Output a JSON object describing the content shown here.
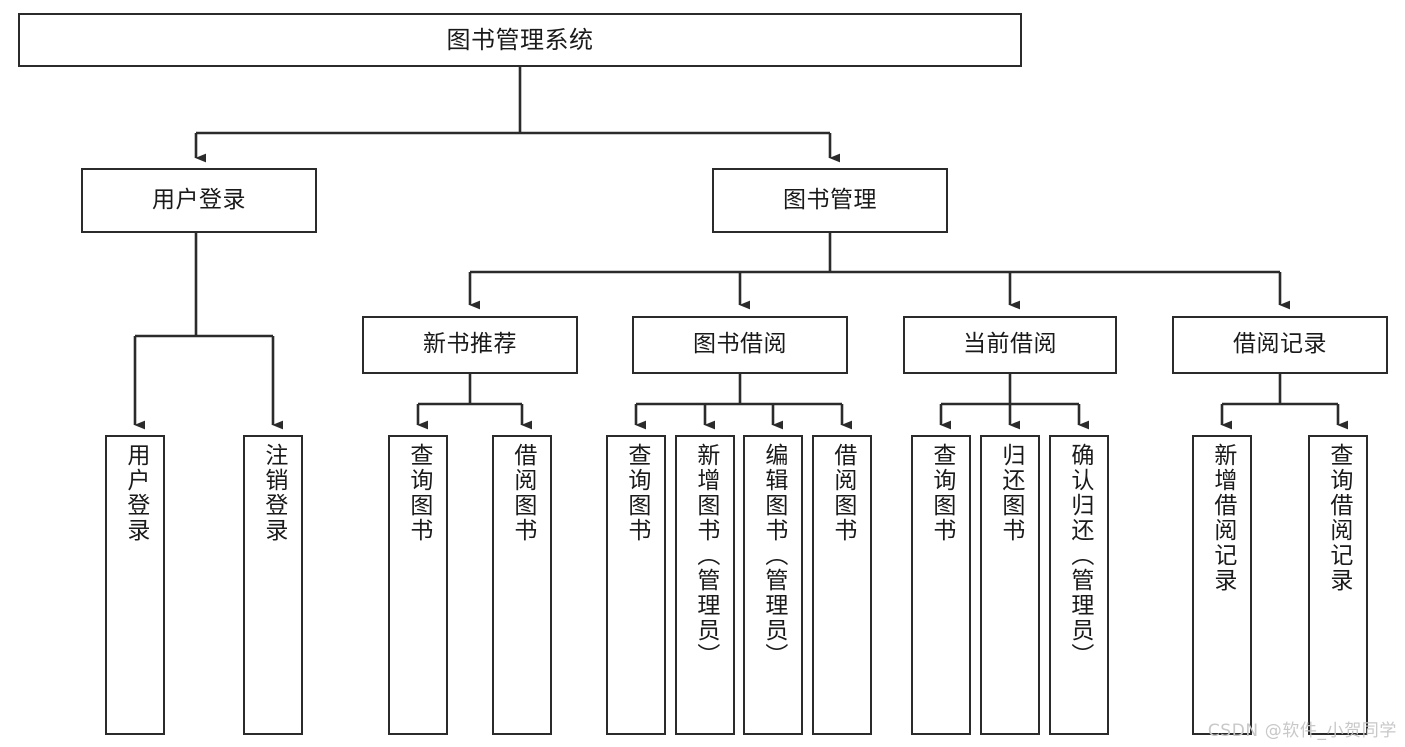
{
  "diagram": {
    "title": "图书管理系统",
    "type": "hierarchy-tree",
    "colors": {
      "box_border": "#2b2b2b",
      "box_fill": "#ffffff",
      "connector": "#2b2b2b",
      "text": "#1a1a1a",
      "watermark": "#c8c8c8",
      "background": "#ffffff"
    },
    "nodes": {
      "root": {
        "label": "图书管理系统"
      },
      "level2": [
        {
          "label": "用户登录"
        },
        {
          "label": "图书管理"
        }
      ],
      "level3": [
        {
          "label": "新书推荐"
        },
        {
          "label": "图书借阅"
        },
        {
          "label": "当前借阅"
        },
        {
          "label": "借阅记录"
        }
      ],
      "leaves_user_login": [
        {
          "label": "用户登录"
        },
        {
          "label": "注销登录"
        }
      ],
      "leaves_new_book": [
        {
          "label": "查询图书"
        },
        {
          "label": "借阅图书"
        }
      ],
      "leaves_borrow": [
        {
          "label": "查询图书"
        },
        {
          "label": "新增图书（管理员）"
        },
        {
          "label": "编辑图书（管理员）"
        },
        {
          "label": "借阅图书"
        }
      ],
      "leaves_current": [
        {
          "label": "查询图书"
        },
        {
          "label": "归还图书"
        },
        {
          "label": "确认归还（管理员）"
        }
      ],
      "leaves_record": [
        {
          "label": "新增借阅记录"
        },
        {
          "label": "查询借阅记录"
        }
      ]
    }
  },
  "watermark": {
    "text": "CSDN @软件_小贺同学"
  }
}
